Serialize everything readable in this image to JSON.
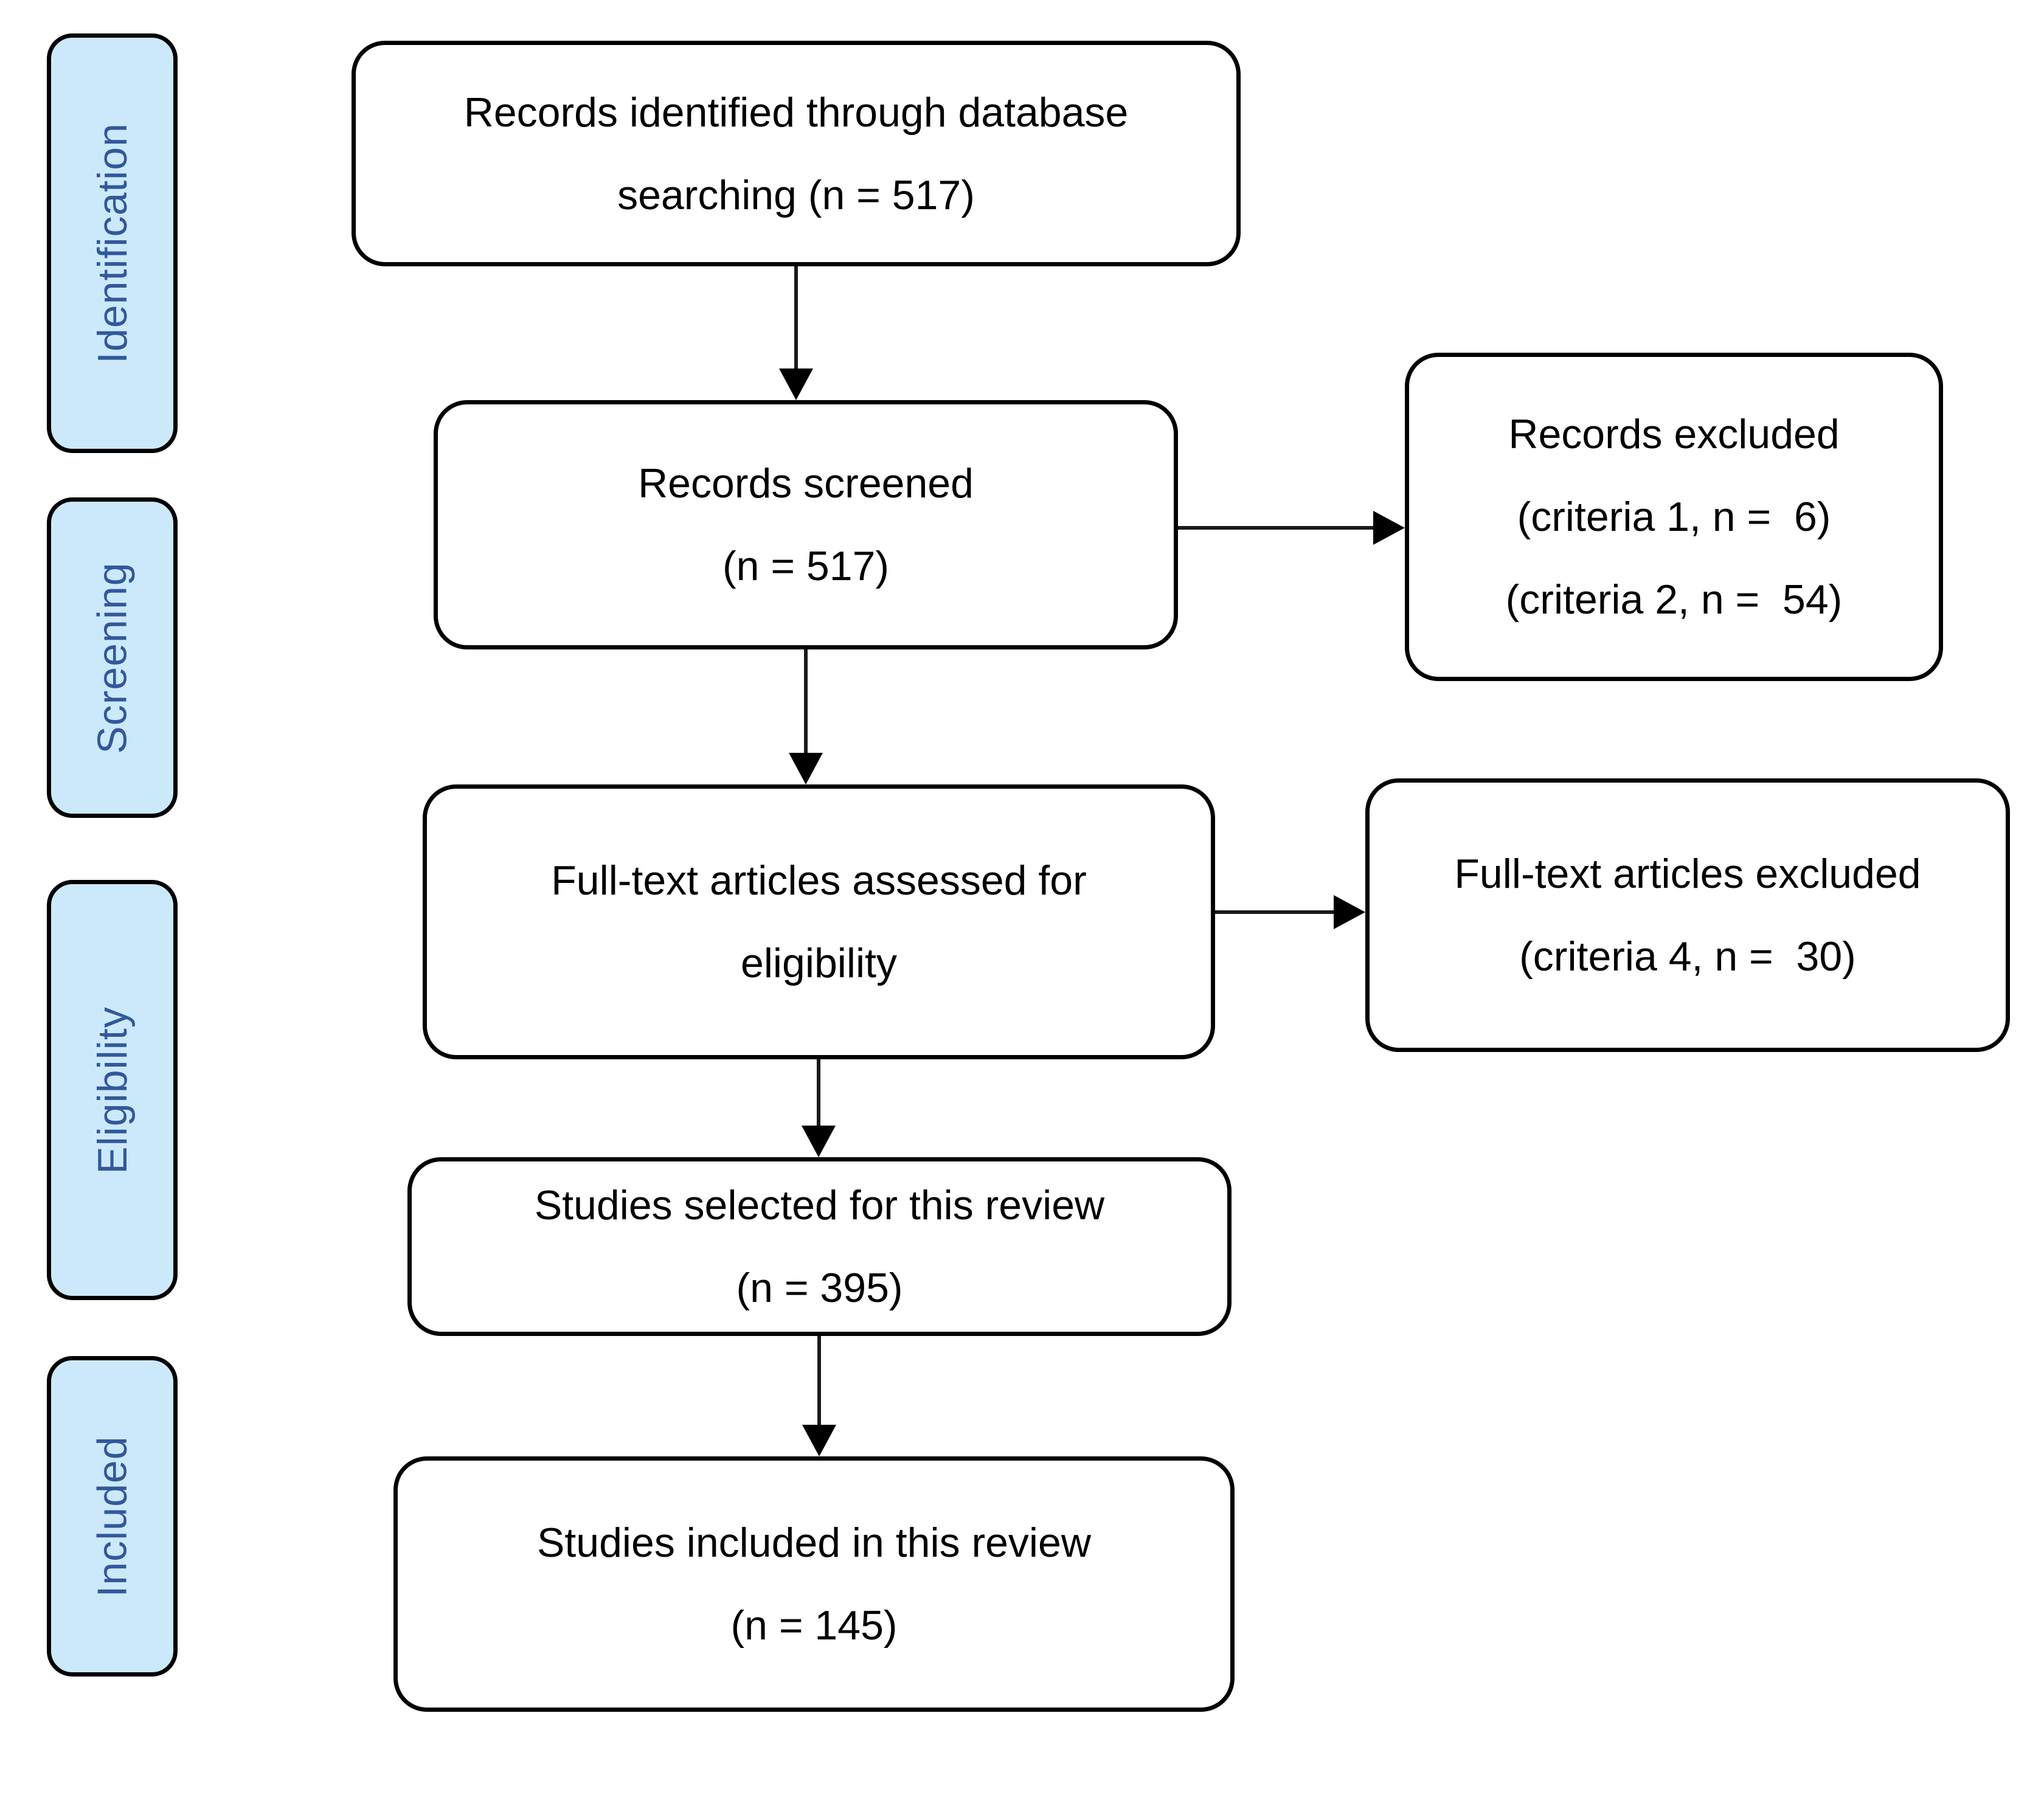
{
  "figure": {
    "type": "prisma-flow-diagram",
    "background": "#ffffff",
    "colors": {
      "stage_fill": "#cce9fb",
      "stage_text": "#32589c",
      "box_fill": "#ffffff",
      "box_border": "#000000",
      "box_text": "#000000",
      "arrow": "#000000"
    },
    "stages": [
      {
        "label": "Identification"
      },
      {
        "label": "Screening"
      },
      {
        "label": "Eligibility"
      },
      {
        "label": "Included"
      }
    ],
    "main_boxes": [
      {
        "lines": [
          "Records identified through database",
          "searching (n = 517)"
        ]
      },
      {
        "lines": [
          "Records screened",
          "(n = 517)"
        ]
      },
      {
        "lines": [
          "Full-text articles assessed for",
          "eligibility"
        ]
      },
      {
        "lines": [
          "Studies selected for this review",
          "(n = 395)"
        ]
      },
      {
        "lines": [
          "Studies included in this review",
          "(n = 145)"
        ]
      }
    ],
    "exclusion_boxes": [
      {
        "lines": [
          "Records excluded",
          "(criteria 1, n =  6)",
          "(criteria 2, n =  54)"
        ]
      },
      {
        "lines": [
          "Full-text articles excluded",
          "(criteria 4, n =  30)"
        ]
      }
    ]
  }
}
